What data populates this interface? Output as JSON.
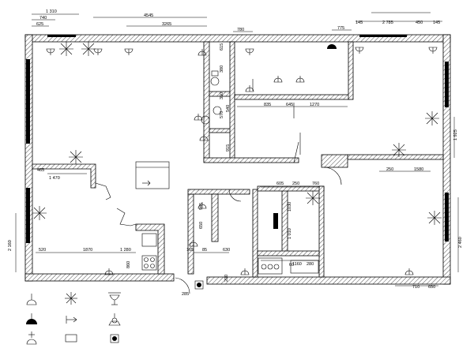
{
  "dimensions": {
    "top": [
      "1 310",
      "740",
      "625",
      "4545",
      "3265",
      "780",
      "775",
      "145",
      "2 785",
      "450",
      "145"
    ],
    "mid": [
      "615",
      "380",
      "835",
      "645",
      "1270",
      "350",
      "570",
      "540",
      "915",
      "1 925",
      "250",
      "1580",
      "1 470",
      "605",
      "250",
      "760",
      "945",
      "1030",
      "650",
      "1 010"
    ],
    "bottom": [
      "520",
      "1870",
      "1 280",
      "860",
      "165",
      "85",
      "630",
      "200",
      "60",
      "1160",
      "280",
      "710",
      "650",
      "285"
    ],
    "left": [
      "2 160",
      "465"
    ],
    "right": [
      "2 460"
    ]
  },
  "legend": {
    "items": [
      {
        "icon": "ceiling-lamp-icon"
      },
      {
        "icon": "chandelier-icon"
      },
      {
        "icon": "wall-sconce-icon"
      },
      {
        "icon": "pendant-lamp-filled-icon"
      },
      {
        "icon": "switch-arrow-icon"
      },
      {
        "icon": "spotlight-icon"
      },
      {
        "icon": "downlight-icon"
      },
      {
        "icon": "wall-panel-light-icon"
      },
      {
        "icon": "junction-box-icon"
      }
    ]
  }
}
